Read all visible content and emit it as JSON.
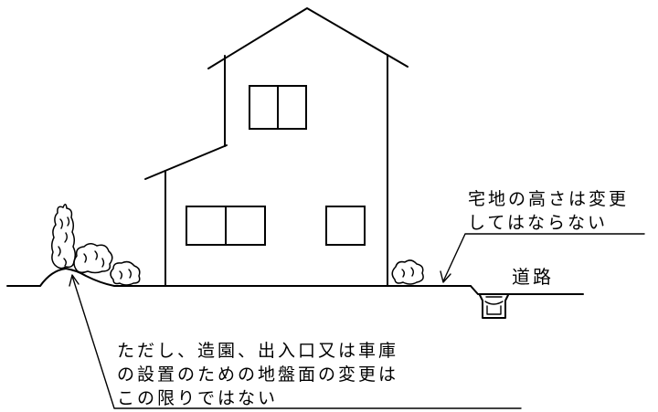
{
  "labels": {
    "land_height_line1": "宅地の高さは変更",
    "land_height_line2": "してはならない",
    "road": "道路",
    "exception_line1": "ただし、造園、出入口又は車庫",
    "exception_line2": "の設置のための地盤面の変更は",
    "exception_line3": "この限りではない"
  }
}
